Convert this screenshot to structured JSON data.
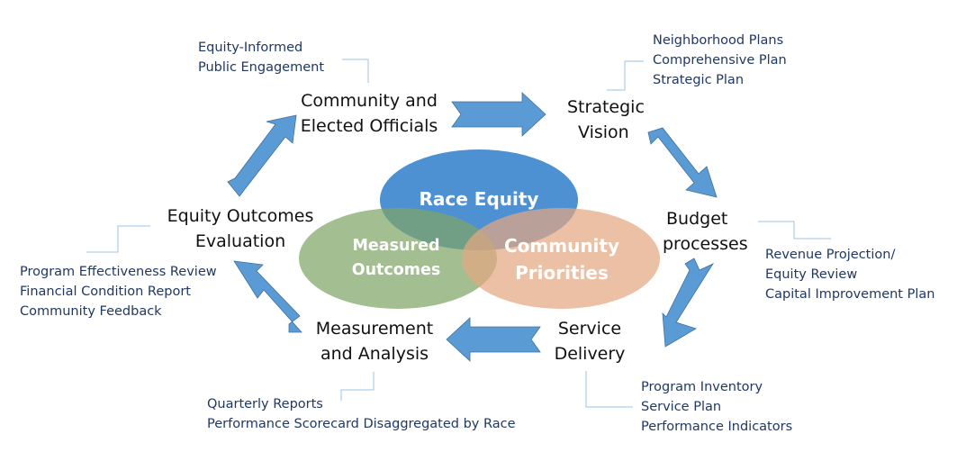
{
  "diagram": {
    "title": "Race equity budget cycle",
    "colors": {
      "arrow": "#5b9bd5",
      "arrow_stroke": "#41719c",
      "connector": "#9dc3e6",
      "note_text": "#1f3864",
      "stage_text": "#111111",
      "race_equity": "#3f88cf",
      "measured_outcomes": "#7fa567",
      "community_priorities": "#e3a882"
    },
    "center": {
      "race_equity": "Race Equity",
      "measured_outcomes": [
        "Measured",
        "Outcomes"
      ],
      "community_priorities": [
        "Community",
        "Priorities"
      ]
    },
    "stages": [
      {
        "id": "community",
        "lines": [
          "Community and",
          "Elected Officials"
        ],
        "notes": [
          "Equity-Informed",
          "Public Engagement"
        ]
      },
      {
        "id": "strategic",
        "lines": [
          "Strategic",
          "Vision"
        ],
        "notes": [
          "Neighborhood Plans",
          "Comprehensive Plan",
          "Strategic Plan"
        ]
      },
      {
        "id": "budget",
        "lines": [
          "Budget",
          "processes"
        ],
        "notes": [
          "Revenue Projection/",
          "Equity Review",
          "Capital Improvement Plan"
        ]
      },
      {
        "id": "service",
        "lines": [
          "Service",
          "Delivery"
        ],
        "notes": [
          "Program Inventory",
          "Service Plan",
          "Performance Indicators"
        ]
      },
      {
        "id": "measurement",
        "lines": [
          "Measurement",
          "and Analysis"
        ],
        "notes": [
          "Quarterly Reports",
          "Performance Scorecard Disaggregated by Race"
        ]
      },
      {
        "id": "evaluation",
        "lines": [
          "Equity Outcomes",
          "Evaluation"
        ],
        "notes": [
          "Program Effectiveness Review",
          "Financial Condition Report",
          "Community Feedback"
        ]
      }
    ],
    "arrows": [
      {
        "from": "community",
        "to": "strategic",
        "icon": "arrow-right-icon"
      },
      {
        "from": "strategic",
        "to": "budget",
        "icon": "arrow-down-right-icon"
      },
      {
        "from": "budget",
        "to": "service",
        "icon": "arrow-down-left-icon"
      },
      {
        "from": "service",
        "to": "measurement",
        "icon": "arrow-left-icon"
      },
      {
        "from": "measurement",
        "to": "evaluation",
        "icon": "arrow-up-left-icon"
      },
      {
        "from": "evaluation",
        "to": "community",
        "icon": "arrow-up-right-icon"
      }
    ]
  }
}
